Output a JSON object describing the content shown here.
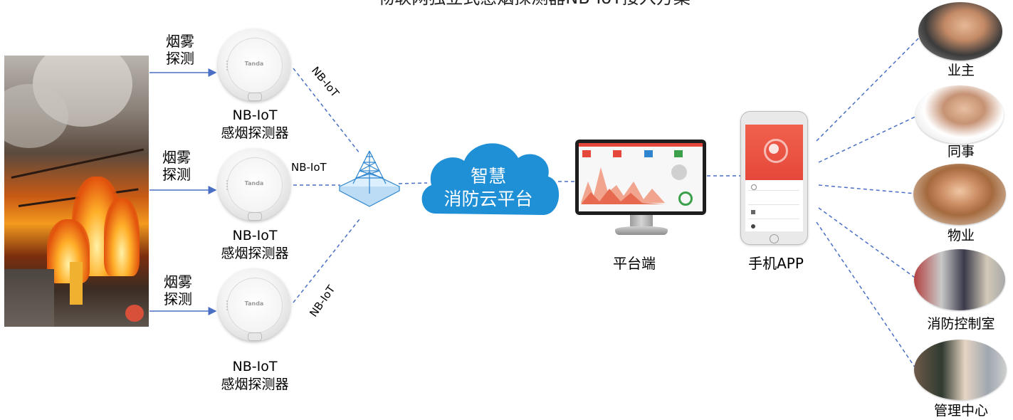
{
  "header_title": "物联网独立式感烟探测器NB-IoT接入方案",
  "smoke_label": "烟雾\n探测",
  "detector": {
    "brand": "Tanda",
    "name_line1": "NB-IoT",
    "name_line2": "感烟探测器"
  },
  "link_label": "NB-IoT",
  "cloud": {
    "line1": "智慧",
    "line2": "消防云平台"
  },
  "platform_label": "平台端",
  "app_label": "手机APP",
  "roles": [
    "业主",
    "同事",
    "物业",
    "消防控制室",
    "管理中心"
  ],
  "colors": {
    "link": "#4a6fc4",
    "arrow": "#4a6fc4",
    "cloud": "#1f8fd6",
    "phone_header": "#e5483a"
  }
}
